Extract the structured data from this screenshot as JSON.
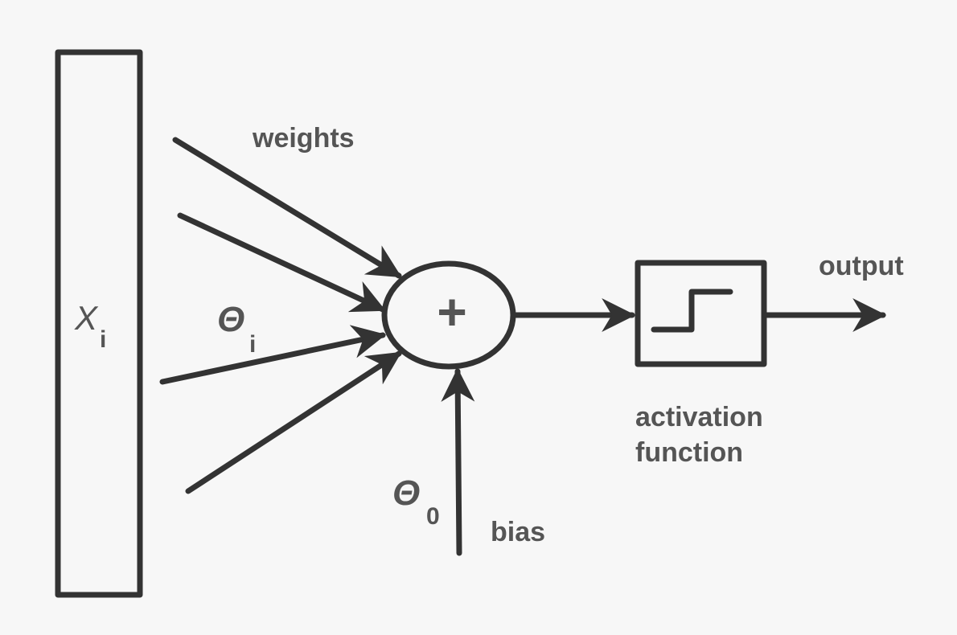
{
  "labels": {
    "weights": "weights",
    "output": "output",
    "activation_line1": "activation",
    "activation_line2": "function",
    "bias": "bias"
  },
  "math": {
    "input_symbol": "X",
    "input_subscript": "i",
    "weight_symbol": "Θ",
    "weight_subscript": "i",
    "bias_symbol": "Θ",
    "bias_subscript": "0",
    "sum_symbol": "+"
  },
  "colors": {
    "stroke": "#333333",
    "text": "#555555",
    "background": "#f7f7f7"
  }
}
